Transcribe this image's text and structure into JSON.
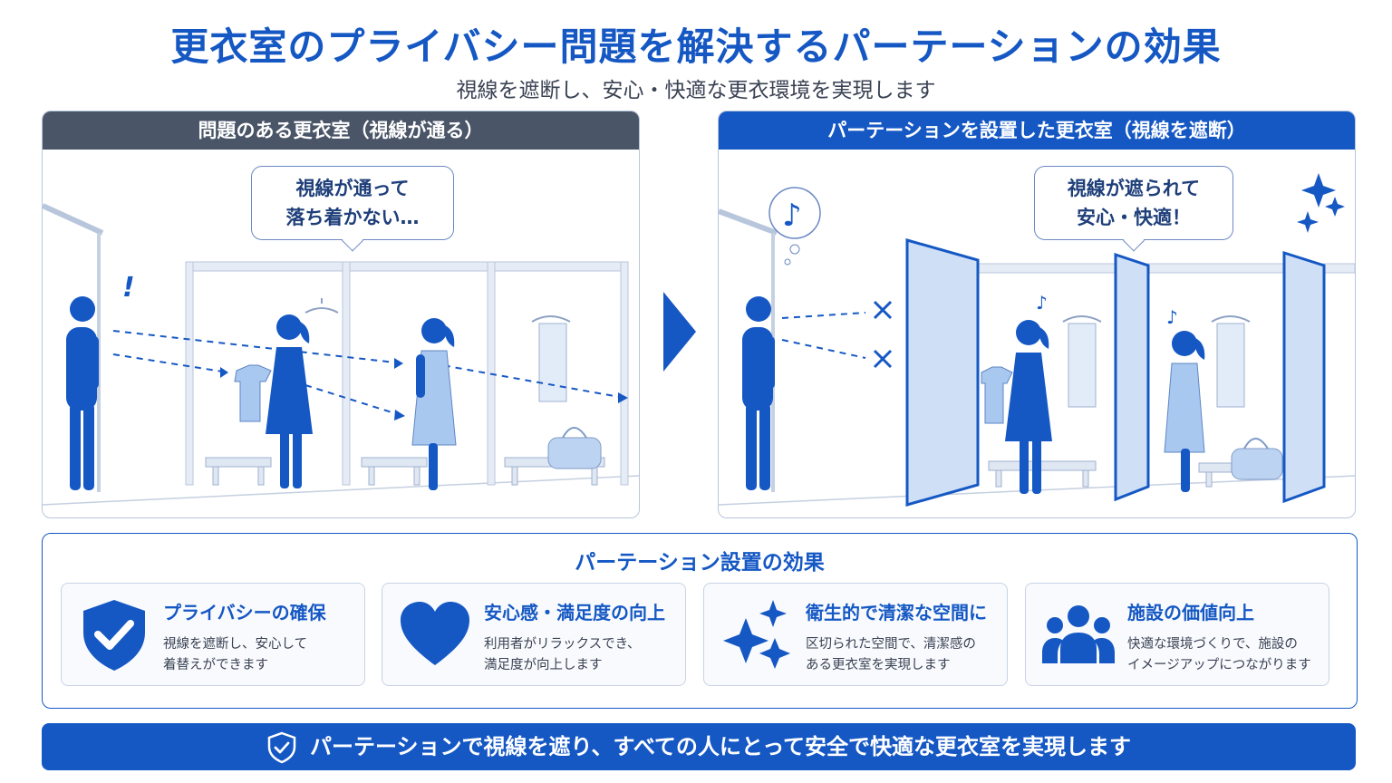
{
  "title": "更衣室のプライバシー問題を解決するパーテーションの効果",
  "subtitle": "視線を遮断し、安心・快適な更衣環境を実現します",
  "left_panel": {
    "header": "問題のある更衣室（視線が通る）",
    "bubble_line1": "視線が通って",
    "bubble_line2": "落ち着かない…",
    "exclaim": "!"
  },
  "right_panel": {
    "header": "パーテーションを設置した更衣室（視線を遮断）",
    "bubble_line1": "視線が遮られて",
    "bubble_line2": "安心・快適！",
    "note": "♪"
  },
  "effects": {
    "title": "パーテーション設置の効果",
    "cards": [
      {
        "title": "プライバシーの確保",
        "line1": "視線を遮断し、安心して",
        "line2": "着替えができます",
        "icon": "shield-check-icon"
      },
      {
        "title": "安心感・満足度の向上",
        "line1": "利用者がリラックスでき、",
        "line2": "満足度が向上します",
        "icon": "heart-icon"
      },
      {
        "title": "衛生的で清潔な空間に",
        "line1": "区切られた空間で、清潔感の",
        "line2": "ある更衣室を実現します",
        "icon": "sparkle-icon"
      },
      {
        "title": "施設の価値向上",
        "line1": "快適な環境づくりで、施設の",
        "line2": "イメージアップにつながります",
        "icon": "people-group-icon"
      }
    ]
  },
  "footer": "パーテーションで視線を遮り、すべての人にとって安全で快適な更衣室を実現します",
  "colors": {
    "primary": "#1558c4",
    "dark_header": "#4a5568",
    "light_blue": "#a9c8f0"
  }
}
